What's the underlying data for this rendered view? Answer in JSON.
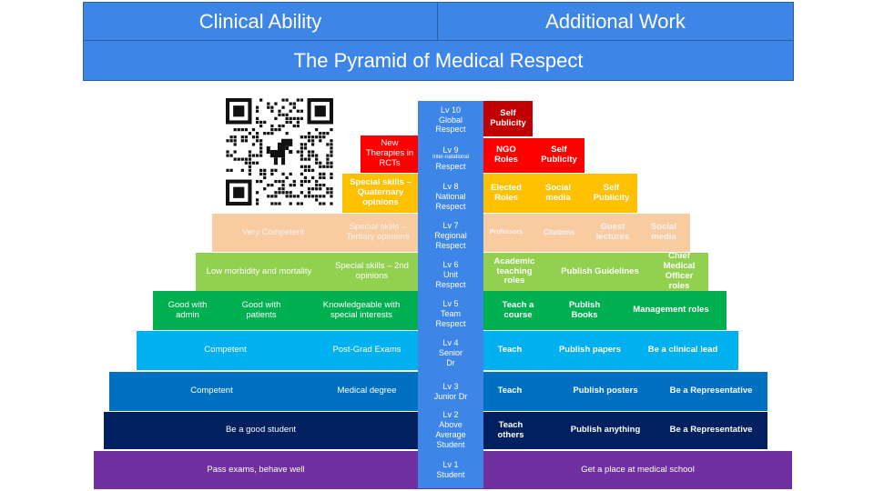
{
  "header": {
    "clinical": "Clinical Ability",
    "additional": "Additional Work",
    "title": "The Pyramid of Medical Respect"
  },
  "levels": [
    {
      "line1": "Lv 10",
      "line2": "Global",
      "line3": "Respect"
    },
    {
      "line1": "Lv 9",
      "line2": "Inter-natational",
      "line3": "Respect"
    },
    {
      "line1": "Lv 8",
      "line2": "National",
      "line3": "Respect"
    },
    {
      "line1": "Lv 7",
      "line2": "Regional",
      "line3": "Respect"
    },
    {
      "line1": "Lv 6",
      "line2": "Unit",
      "line3": "Respect"
    },
    {
      "line1": "Lv 5",
      "line2": "Team",
      "line3": "Respect"
    },
    {
      "line1": "Lv 4",
      "line2": "Senior",
      "line3": "Dr"
    },
    {
      "line1": "Lv 3",
      "line2": "Junior Dr"
    },
    {
      "line1": "Lv 2",
      "line2": "Above",
      "line3": "Average",
      "line4": "Student"
    },
    {
      "line1": "Lv 1",
      "line2": "Student"
    }
  ],
  "left": {
    "lv9": [
      "New Therapies in RCTs"
    ],
    "lv8": [
      "Special skills – Quaternary opinions"
    ],
    "lv7": [
      "Very Competent",
      "Special skills – Tertiary opinions"
    ],
    "lv6": [
      "Low morbidity and mortality",
      "Special skills – 2nd opinions"
    ],
    "lv5": [
      "Good with admin",
      "Good with patients",
      "Knowledgeable with special interests"
    ],
    "lv4": [
      "Competent",
      "Post-Grad Exams"
    ],
    "lv3": [
      "Competent",
      "Medical degree"
    ],
    "lv2": [
      "Be a good student"
    ],
    "lv1": [
      "Pass exams, behave well"
    ]
  },
  "right": {
    "lv10": [
      "Self Publicity"
    ],
    "lv9": [
      "NGO Roles",
      "Self Publicity"
    ],
    "lv8": [
      "Elected Roles",
      "Social media",
      "Self Publicity"
    ],
    "lv7": [
      "Professors",
      "Citations",
      "Guest lectures",
      "Social media"
    ],
    "lv6": [
      "Academic teaching roles",
      "Publish Guidelines",
      "Chief Medical Officer roles"
    ],
    "lv5": [
      "Teach a course",
      "Publish Books",
      "Management roles"
    ],
    "lv4": [
      "Teach",
      "Publish papers",
      "Be a clinical lead"
    ],
    "lv3": [
      "Teach",
      "Publish posters",
      "Be a Representative"
    ],
    "lv2": [
      "Teach others",
      "Publish anything",
      "Be a Representative"
    ],
    "lv1": [
      "Get a place at medical school"
    ]
  },
  "colors": {
    "header": "#3d85e6",
    "lv10": "#c00000",
    "lv9": "#ff0000",
    "lv8": "#ffc000",
    "lv7": "#f8cba0",
    "lv6": "#92d050",
    "lv5": "#00b050",
    "lv4": "#00b0f0",
    "lv3": "#0070c0",
    "lv2": "#002060",
    "lv1": "#7030a0"
  },
  "qr_icon": "qr-code-with-dinosaur"
}
